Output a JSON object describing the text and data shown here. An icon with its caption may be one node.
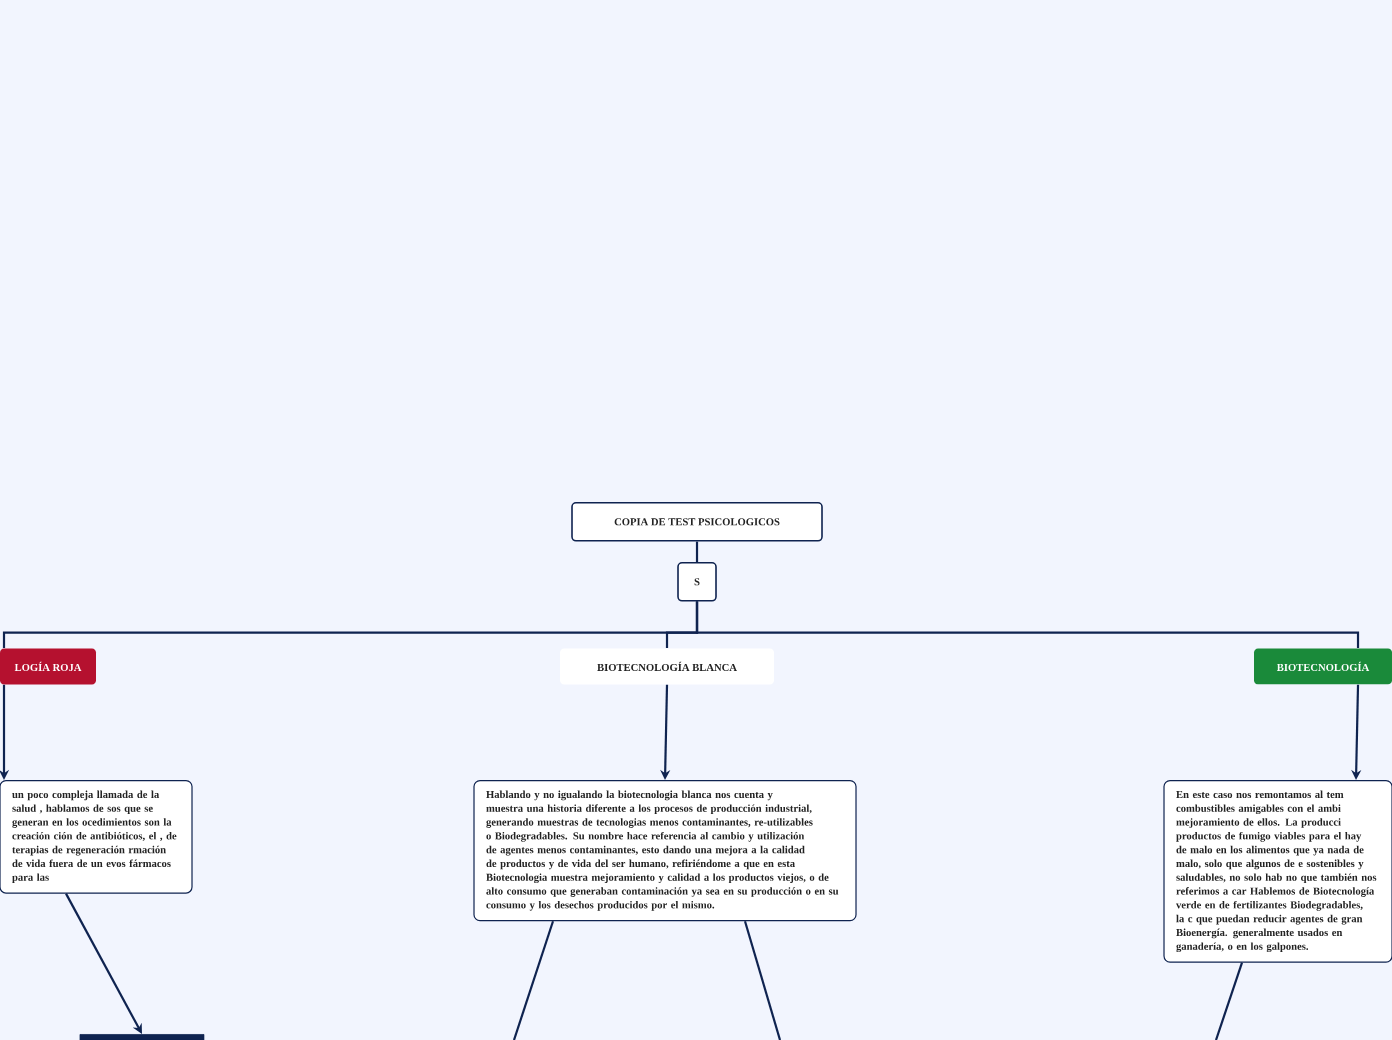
{
  "diagram": {
    "nodes": [
      {
        "text": [
          "COPIA DE TEST PSICOLOGICOS"
        ]
      },
      {
        "text": [
          "S"
        ]
      },
      {
        "text": [
          "LOGÍA ROJA"
        ]
      },
      {
        "text": [
          "BIOTECNOLOGÍA BLANCA"
        ]
      },
      {
        "text": [
          "BIOTECNOLOGÍA"
        ]
      },
      {
        "text": [
          "un poco compleja llamada de la salud , hablamos de sos que se generan en los ocedimientos son la creación ción de antibióticos, el , de terapias de regeneración rmación de vida fuera de un evos fármacos para las"
        ]
      },
      {
        "text": [
          "Hablando y no igualando la biotecnologia blanca nos cuenta y muestra una historia diferente a los procesos de producción industrial, generando muestras de tecnologias menos contaminantes, re-utilizables o Biodegradables. Su nombre hace referencia al cambio y utilización de agentes menos contaminantes, esto dando una mejora a la calidad de productos y de vida del ser humano, refiriéndome a que en esta Biotecnologia muestra mejoramiento y calidad a los productos viejos, o de alto consumo que generaban contaminación ya sea en su producción o en su consumo y los desechos producidos por el mismo."
        ]
      },
      {
        "text": [
          "En este caso nos remontamos al tem combustibles amigables con el ambi mejoramiento de ellos. La producci productos de fumigo viables para el hay de malo en los alimentos que ya nada de malo, solo que algunos de e sostenibles y saludables, no solo hab no que también nos referimos a car Hablemos de Biotecnología verde en de fertilizantes Biodegradables, la c que puedan reducir agentes de gran Bioenergía. generalmente usados en ganadería, o en los galpones."
        ]
      },
      {
        "text": [],
        "shape": "box"
      }
    ],
    "edges": [
      {
        "from": 0,
        "to": 1,
        "arrow": "none"
      },
      {
        "from": 1,
        "to": 2,
        "arrow": "none"
      },
      {
        "from": 1,
        "to": 3,
        "arrow": "none"
      },
      {
        "from": 1,
        "to": 4,
        "arrow": "none"
      },
      {
        "from": 2,
        "to": 5,
        "arrow": "to"
      },
      {
        "from": 3,
        "to": 6,
        "arrow": "to"
      },
      {
        "from": 4,
        "to": 7,
        "arrow": "to"
      },
      {
        "from": 5,
        "to": 8,
        "arrow": "to"
      },
      {
        "from": 6,
        "to": null,
        "arrow": "none"
      },
      {
        "from": 6,
        "to": null,
        "arrow": "none"
      },
      {
        "from": 7,
        "to": null,
        "arrow": "none"
      }
    ]
  }
}
